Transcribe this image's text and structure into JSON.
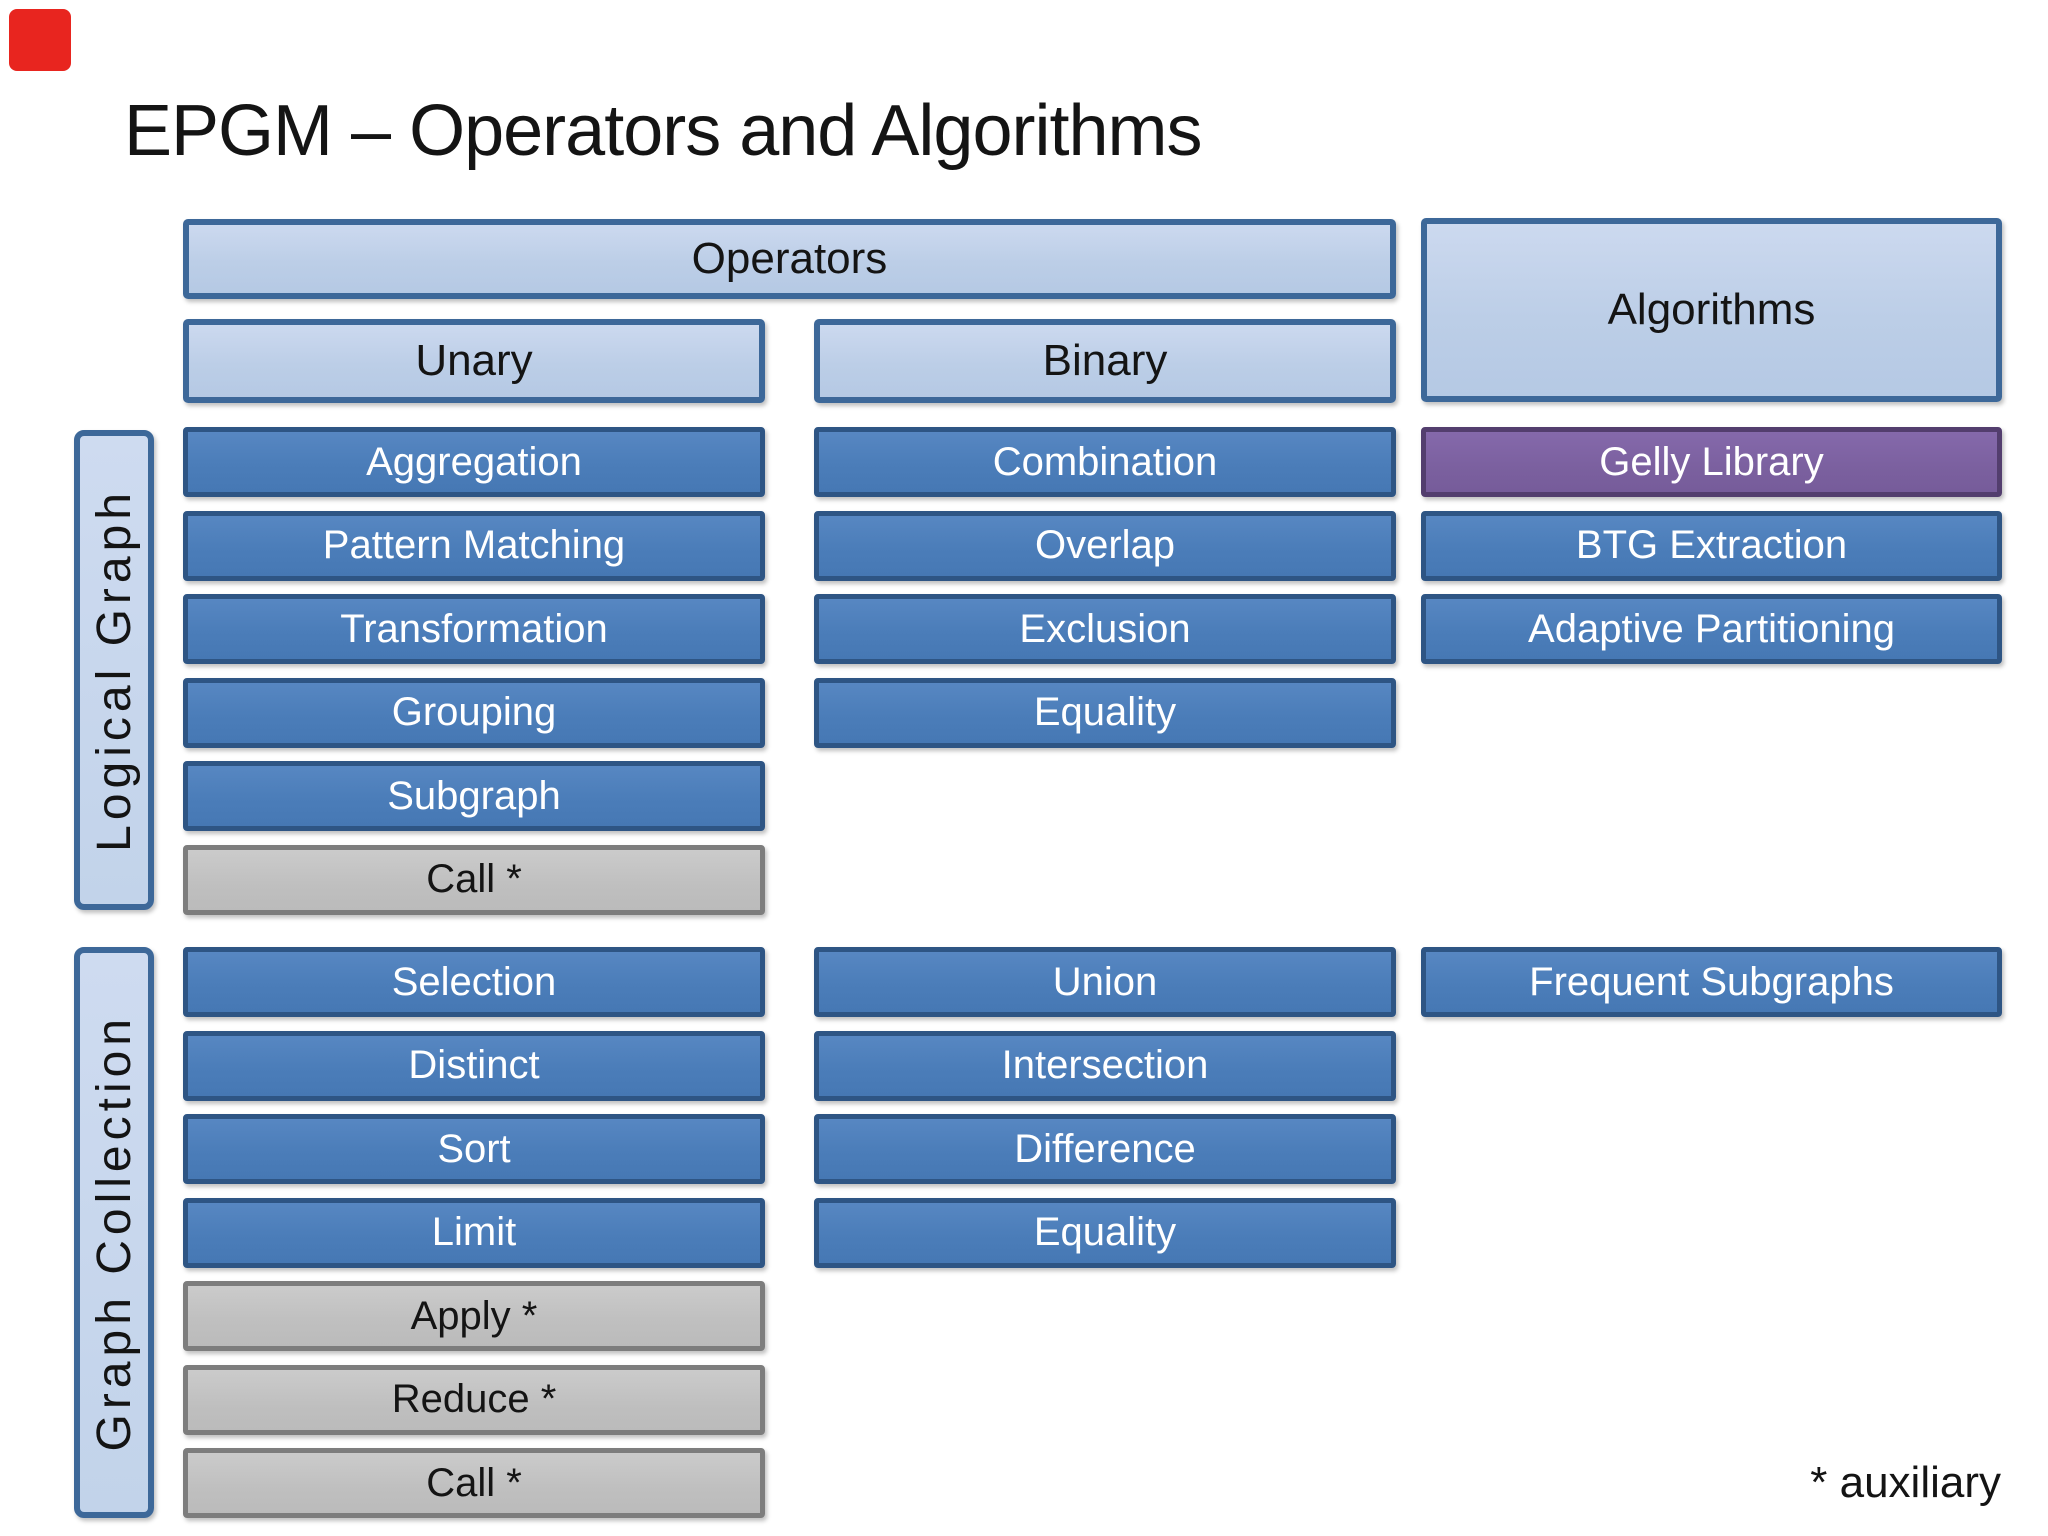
{
  "page": {
    "title": "EPGM – Operators and Algorithms",
    "footnote": "* auxiliary"
  },
  "palette": {
    "light_blue_fill": "#c3d3ea",
    "light_blue_border": "#3d6899",
    "blue_fill": "#4f81bd",
    "blue_border": "#2e5584",
    "purple_fill": "#7e63a2",
    "purple_border": "#533e6e",
    "gray_fill": "#c2c2c2",
    "gray_border": "#7d7d7d",
    "marker_red": "#e8251f",
    "text_dark": "#141414",
    "text_light": "#ffffff"
  },
  "headers": {
    "operators": "Operators",
    "unary": "Unary",
    "binary": "Binary",
    "algorithms": "Algorithms"
  },
  "row_groups": {
    "logical_graph": "Logical Graph",
    "graph_collection": "Graph Collection"
  },
  "sections": {
    "logical_graph": {
      "unary": [
        {
          "label": "Aggregation",
          "style": "blue"
        },
        {
          "label": "Pattern Matching",
          "style": "blue"
        },
        {
          "label": "Transformation",
          "style": "blue"
        },
        {
          "label": "Grouping",
          "style": "blue"
        },
        {
          "label": "Subgraph",
          "style": "blue"
        },
        {
          "label": "Call *",
          "style": "gray"
        }
      ],
      "binary": [
        {
          "label": "Combination",
          "style": "blue"
        },
        {
          "label": "Overlap",
          "style": "blue"
        },
        {
          "label": "Exclusion",
          "style": "blue"
        },
        {
          "label": "Equality",
          "style": "blue"
        }
      ],
      "algorithms": [
        {
          "label": "Gelly Library",
          "style": "purple"
        },
        {
          "label": "BTG Extraction",
          "style": "blue"
        },
        {
          "label": "Adaptive Partitioning",
          "style": "blue"
        }
      ]
    },
    "graph_collection": {
      "unary": [
        {
          "label": "Selection",
          "style": "blue"
        },
        {
          "label": "Distinct",
          "style": "blue"
        },
        {
          "label": "Sort",
          "style": "blue"
        },
        {
          "label": "Limit",
          "style": "blue"
        },
        {
          "label": "Apply *",
          "style": "gray"
        },
        {
          "label": "Reduce *",
          "style": "gray"
        },
        {
          "label": "Call *",
          "style": "gray"
        }
      ],
      "binary": [
        {
          "label": "Union",
          "style": "blue"
        },
        {
          "label": "Intersection",
          "style": "blue"
        },
        {
          "label": "Difference",
          "style": "blue"
        },
        {
          "label": "Equality",
          "style": "blue"
        }
      ],
      "algorithms": [
        {
          "label": "Frequent Subgraphs",
          "style": "blue"
        }
      ]
    }
  }
}
